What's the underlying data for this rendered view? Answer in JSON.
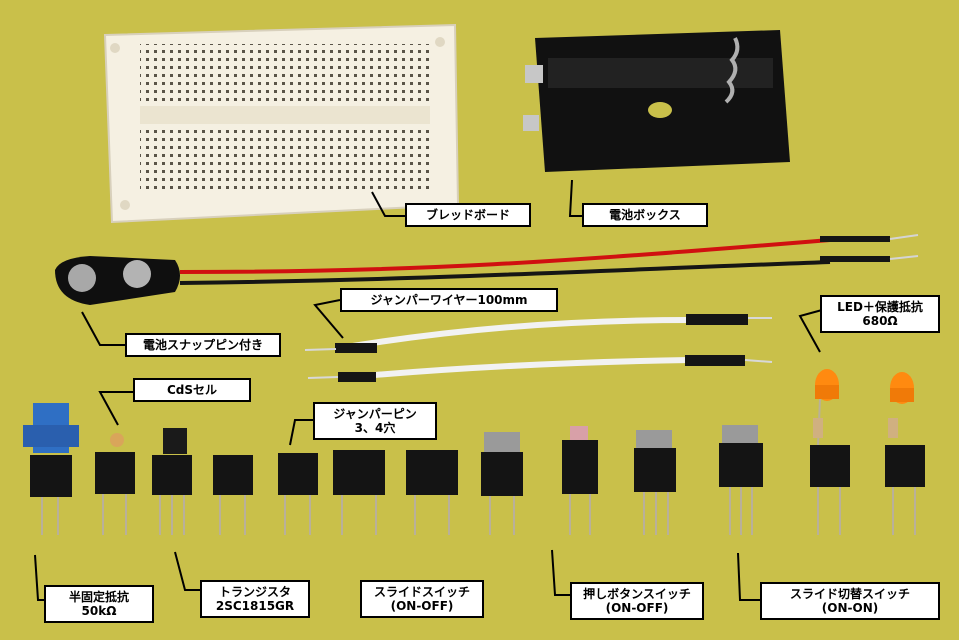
{
  "colors": {
    "background": "#c9c04a",
    "label_bg": "#ffffff",
    "label_border": "#000000",
    "wire_red": "#d01010",
    "wire_black": "#151515",
    "wire_white": "#f2f2f2",
    "breadboard": "#f5f0e2",
    "battery_box": "#111111",
    "trimmer_blue": "#2f6fc4",
    "led_orange": "#ff8a10",
    "component_black": "#141414"
  },
  "labels": {
    "breadboard": "ブレッドボード",
    "battery_box": "電池ボックス",
    "battery_snap": "電池スナップピン付き",
    "jumper_wire": "ジャンパーワイヤー100mm",
    "led_line1": "LED＋保護抵抗",
    "led_line2": "680Ω",
    "cds": "CdSセル",
    "jumper_pin_line1": "ジャンパーピン",
    "jumper_pin_line2": "3、4穴",
    "trimmer_line1": "半固定抵抗",
    "trimmer_line2": "50kΩ",
    "transistor_line1": "トランジスタ",
    "transistor_line2": "2SC1815GR",
    "slide_switch_line1": "スライドスイッチ",
    "slide_switch_line2": "(ON-OFF)",
    "push_switch_line1": "押しボタンスイッチ",
    "push_switch_line2": "(ON-OFF)",
    "slide_change_line1": "スライド切替スイッチ",
    "slide_change_line2": "(ON-ON)"
  }
}
